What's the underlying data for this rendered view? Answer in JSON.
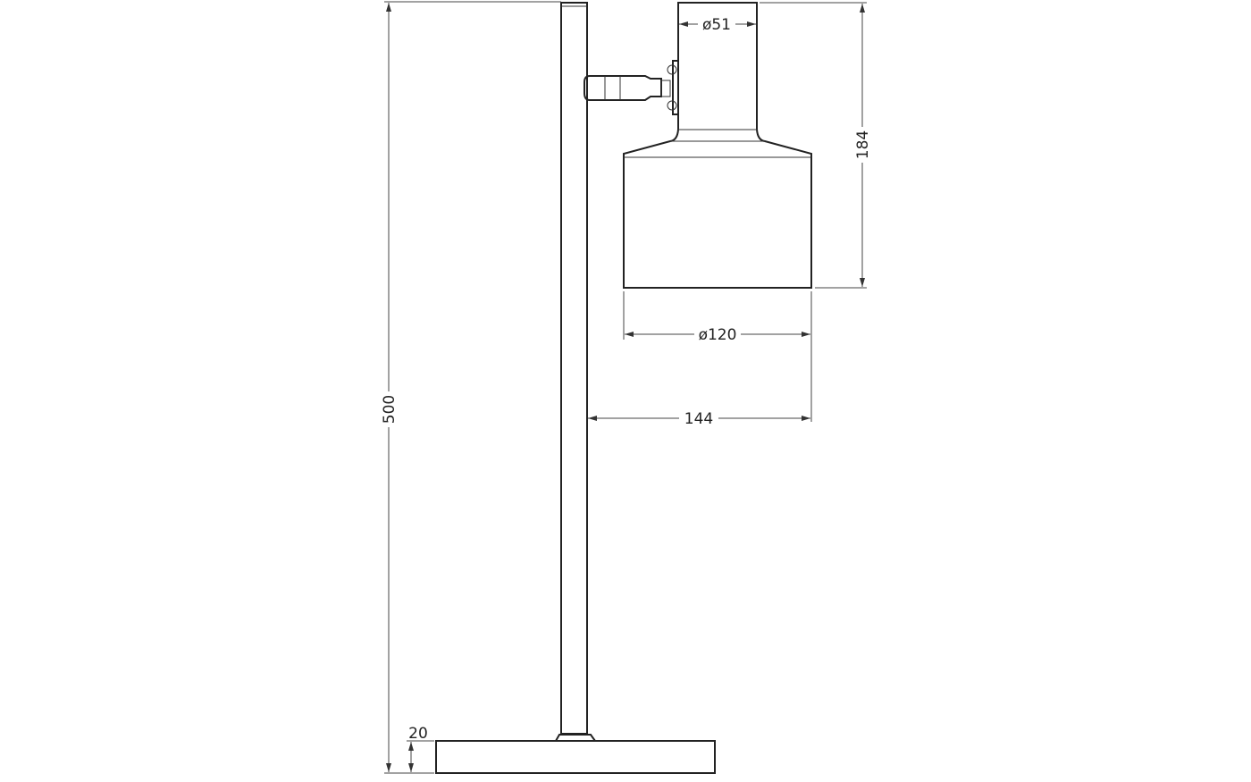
{
  "dimensions": {
    "total_height": "500",
    "base_height": "20",
    "shade_height": "184",
    "socket_diameter": "ø51",
    "shade_diameter": "ø120",
    "arm_reach": "144"
  },
  "colors": {
    "line": "#222222",
    "background": "#ffffff"
  }
}
